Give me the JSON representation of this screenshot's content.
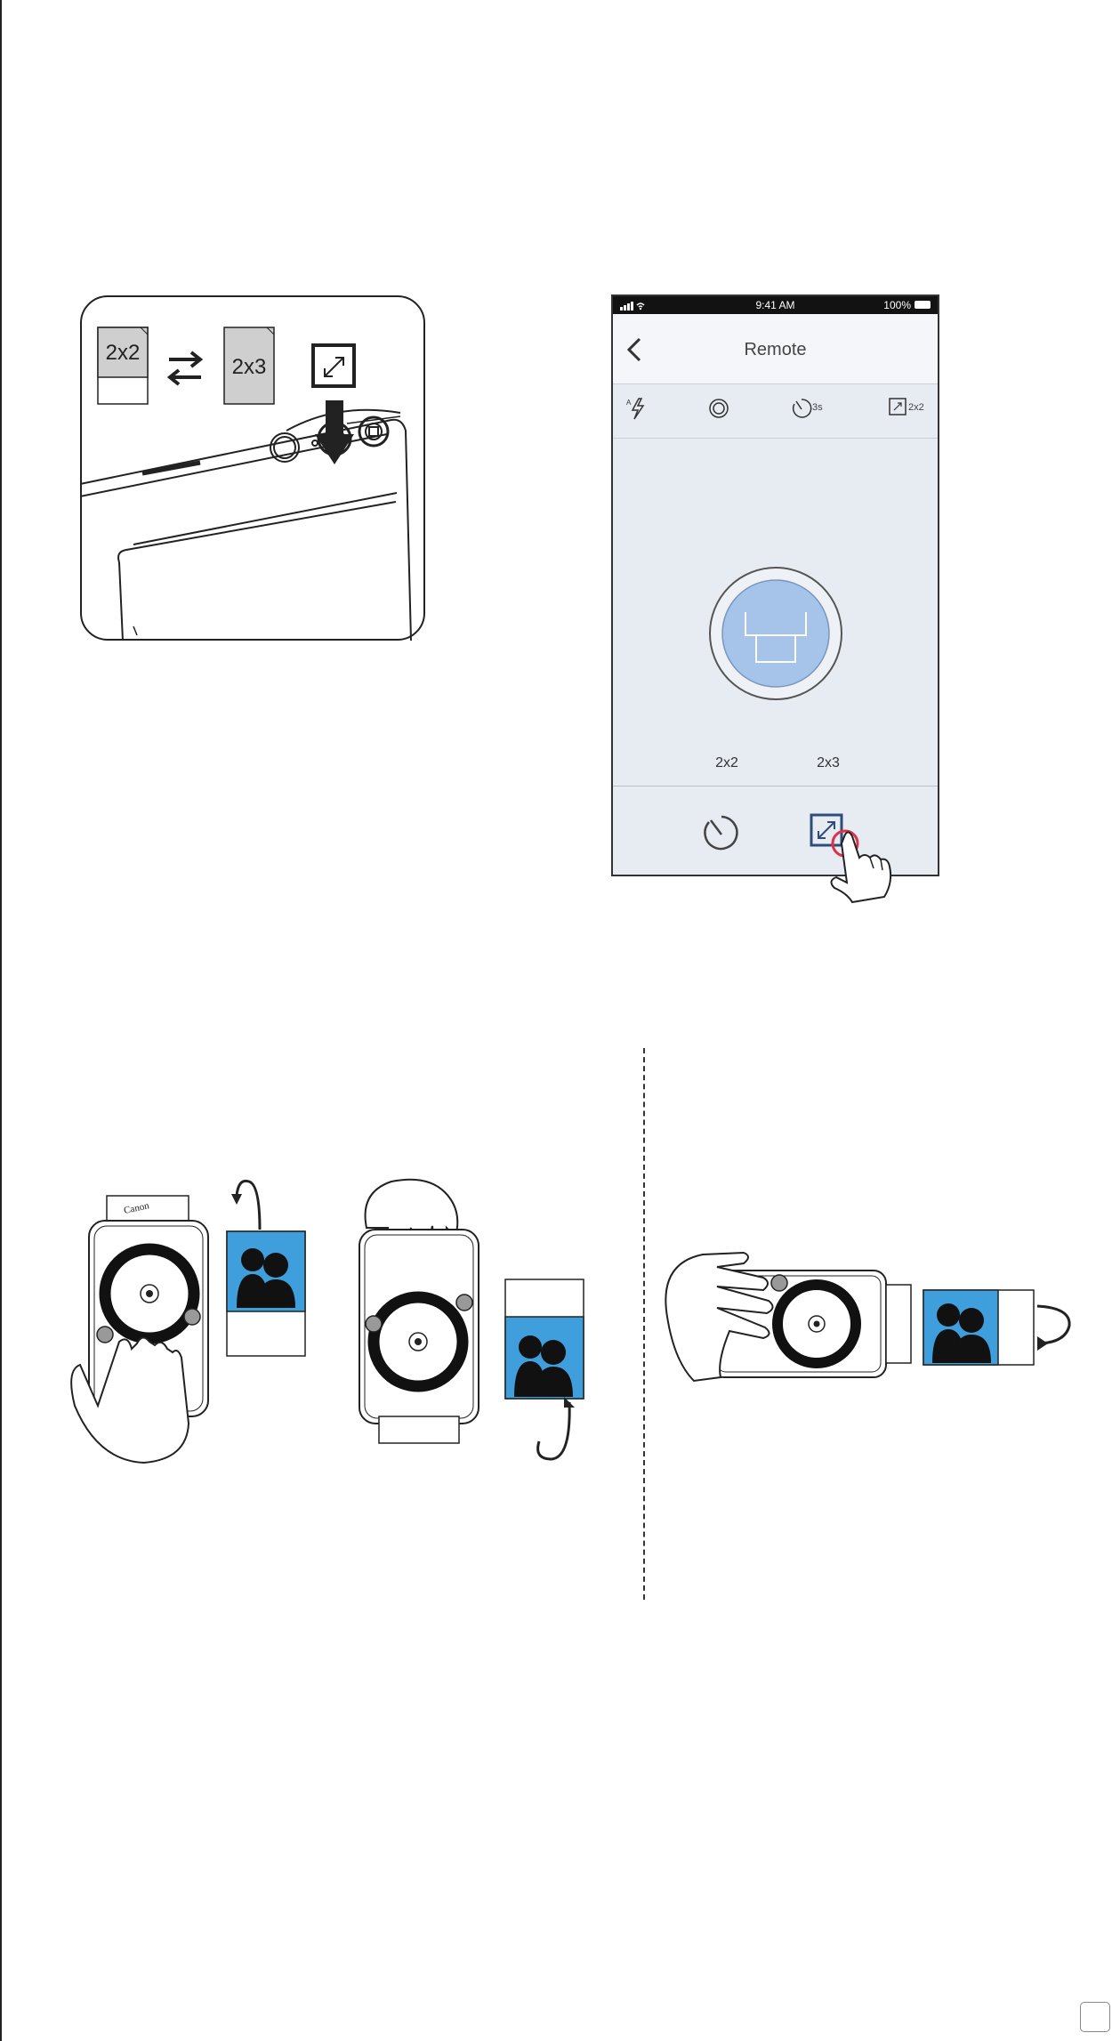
{
  "camera_figure": {
    "label_small": "2x2",
    "label_large": "2x3",
    "swap_icon": "swap-arrows-icon",
    "expand_icon": "expand-icon"
  },
  "phone": {
    "status": {
      "time": "9:41 AM",
      "battery": "100%"
    },
    "title": "Remote",
    "toolbar": {
      "flash_icon": "auto-flash-icon",
      "lens_icon": "lens-ring-icon",
      "timer_label": "3s",
      "size_label": "2x2"
    },
    "size_options": [
      "2x2",
      "2x3"
    ],
    "bottom": {
      "timer_icon": "timer-icon",
      "resize_icon": "resize-icon"
    }
  },
  "print_figures": {
    "brand": "Canon",
    "colors": {
      "print_blue": "#3f9fdc",
      "accent_red": "#e0304a",
      "shutter_blue": "#a6c3ea"
    }
  }
}
